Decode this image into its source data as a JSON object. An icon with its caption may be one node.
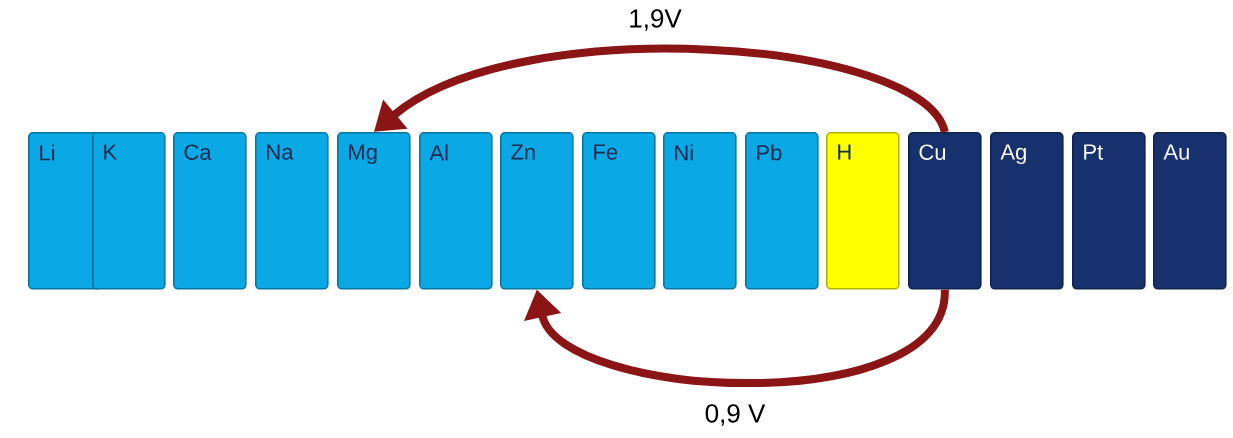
{
  "diagram": {
    "nodes": [
      {
        "text": [
          "Li"
        ]
      },
      {
        "text": [
          "K"
        ]
      },
      {
        "text": [
          "Ca"
        ]
      },
      {
        "text": [
          "Na"
        ]
      },
      {
        "text": [
          "Mg"
        ]
      },
      {
        "text": [
          "Al"
        ]
      },
      {
        "text": [
          "Zn"
        ]
      },
      {
        "text": [
          "Fe"
        ]
      },
      {
        "text": [
          "Ni"
        ]
      },
      {
        "text": [
          "Pb"
        ]
      },
      {
        "text": [
          "H"
        ]
      },
      {
        "text": [
          "Cu"
        ]
      },
      {
        "text": [
          "Ag"
        ]
      },
      {
        "text": [
          "Pt"
        ]
      },
      {
        "text": [
          "Au"
        ]
      }
    ],
    "edges": [
      {
        "from": 11,
        "to": 4,
        "arrow": "to",
        "label": "1,9V"
      },
      {
        "from": 11,
        "to": 6,
        "arrow": "to",
        "label": "0,9 V"
      }
    ]
  }
}
